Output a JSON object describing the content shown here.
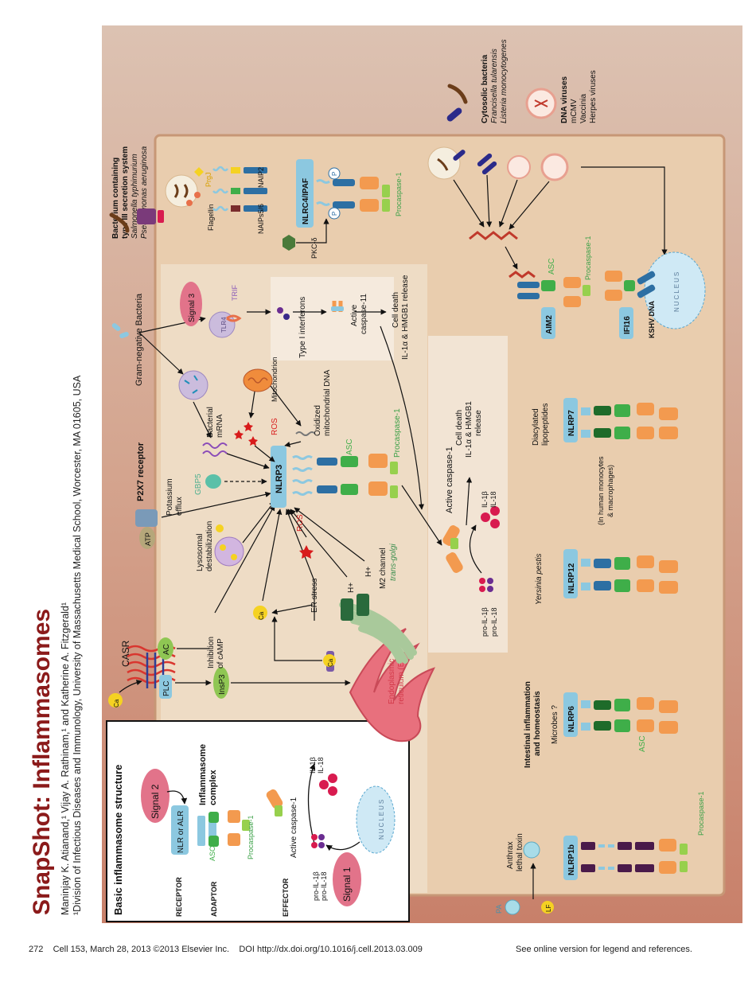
{
  "journal": "Cell",
  "title": "SnapShot: Inflammasomes",
  "authors": "Maninjay K. Atianand,¹ Vijay A. Rathinam,¹ and Katherine A. Fitzgerald¹",
  "affiliation": "¹Division of Infectious Diseases and Immunology, University of Massachusetts Medical School, Worcester, MA 01605, USA",
  "footer": {
    "page": "272",
    "citation": "Cell 153, March 28, 2013 ©2013 Elsevier Inc.",
    "doi": "DOI http://dx.doi.org/10.1016/j.cell.2013.03.009",
    "note": "See online version for legend and references."
  },
  "basic": {
    "heading": "Basic inflammasome structure",
    "receptor": "RECEPTOR",
    "adaptor": "ADAPTOR",
    "effector": "EFFECTOR",
    "signal2": "Signal 2",
    "signal1": "Signal 1",
    "nlr_alr": "NLR or ALR",
    "asc": "ASC",
    "procaspase": "Procaspase-1",
    "complex1": "Inflammasome",
    "complex2": "complex",
    "active_casp": "Active caspase-1",
    "il1b": "IL-1β",
    "il18": "IL-18",
    "pro_il1b": "pro-IL-1β",
    "pro_il18": "pro-IL-18",
    "nucleus": "NUCLEUS"
  },
  "labels": {
    "ca": "Ca",
    "casr": "CASR",
    "plc": "PLC",
    "ac": "AC",
    "insp3": "InsP3",
    "inhibition1": "Inhibition",
    "inhibition2": "of cAMP",
    "er1": "Endoplasmic",
    "er2": "reticulum (ER)",
    "er_stress": "ER stress",
    "ros": "ROS",
    "hplus": "H+",
    "m2": "M2 channel",
    "transgolgi": "trans-golgi",
    "lyso1": "Lysosomal",
    "lyso2": "destabilization",
    "atp": "ATP",
    "p2x7": "P2X7 receptor",
    "kefflux1": "Potassium",
    "kefflux2": "efflux",
    "gbp5": "GBP5",
    "nlrp3": "NLRP3",
    "asc": "ASC",
    "procaspase": "Procaspase-1",
    "bact_mrna1": "Bacterial",
    "bact_mrna2": "mRNA",
    "mito": "Mitochondrion",
    "ox1": "Oxidized",
    "ox2": "mitochondrial DNA",
    "gramneg": "Gram-negative Bacteria",
    "signal3": "Signal 3",
    "tlr4": "TLR4",
    "trif": "TRIF",
    "typei": "Type I interferons",
    "active11a": "Active",
    "active11b": "caspase-11",
    "celldeath_a": "Cell death",
    "celldeath_b": "IL-1α & HMGB1 release",
    "celldeath2_a": "Cell death",
    "celldeath2_b": "IL-1α & HMGB1",
    "celldeath2_c": "release",
    "active_casp": "Active caspase-1",
    "il1b": "IL-1β",
    "il18": "IL-18",
    "pro_il1b": "pro-IL-1β",
    "pro_il18": "pro-IL-18",
    "t3ss1": "Bacterium containing",
    "t3ss2": "type III secretion system",
    "t3ss3": "Salmonella typhimurium",
    "t3ss4": "Pseudomonas aeruginosa",
    "prgj": "PrgJ",
    "flagellin": "Flagellin",
    "naips56": "NAIPs5/6",
    "naip2": "NAIP2",
    "nlrc4": "NLRC4/IPAF",
    "pkcd": "PKC-δ",
    "p": "P",
    "cyto1": "Cytosolic bacteria",
    "cyto2": "Francisella tularensis",
    "cyto3": "Listeria monocytogenes",
    "dna1": "DNA viruses",
    "dna2": "mCMV",
    "dna3": "Vaccinia",
    "dna4": "Herpes viruses",
    "aim2": "AIM2",
    "ifi16": "IFI16",
    "kshv": "KSHV DNA",
    "nucleus": "NUCLEUS",
    "nlrp7": "NLRP7",
    "diacyl1": "Diacylated",
    "diacyl2": "lipopeptides",
    "human1": "(In human monocytes",
    "human2": "& macrophages)",
    "nlrp12": "NLRP12",
    "yersinia": "Yersinia pestis",
    "nlrp6": "NLRP6",
    "microbes": "Microbes ?",
    "intestinal1": "Intestinal inflammation",
    "intestinal2": "and homeostasis",
    "nlrp1b": "NLRP1b",
    "anthrax1": "Anthrax",
    "anthrax2": "lethal toxin",
    "pa": "PA",
    "lf": "LF"
  },
  "colors": {
    "title_red": "#8b1a1a",
    "background_top": "#d8b7a2",
    "background_bottom": "#c8876f",
    "cytoplasm": "#e9cfb1",
    "receptor_blue": "#8cc8e0",
    "asc_green": "#3fae49",
    "procaspase_orange": "#f39a4f",
    "light_green": "#97d04d",
    "signal_pink": "#e2738a",
    "er_pink": "#e8707d",
    "golgi_green": "#a9c99b"
  }
}
